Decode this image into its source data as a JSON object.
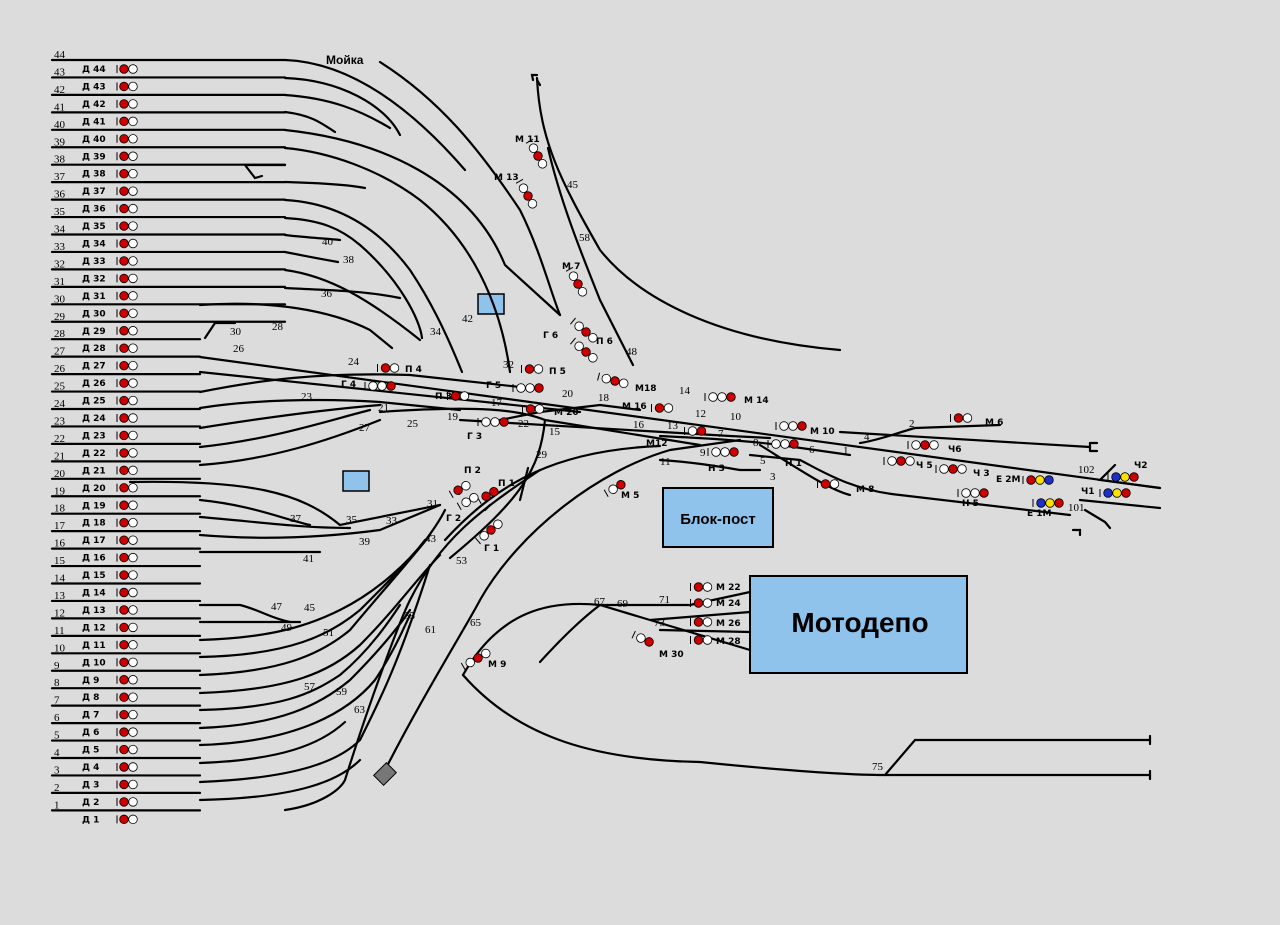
{
  "palette": {
    "background": "#dcdcdc",
    "track": "#000000",
    "building_fill": "#8fc3ec",
    "signal_red": "#cc0000",
    "signal_white": "#ffffff",
    "signal_yellow": "#ffe100",
    "signal_blue": "#1c2fc8",
    "depot_gate": "#777777"
  },
  "places": {
    "moika": "Мойка",
    "block_post": "Блок-пост",
    "motodepo": "Мотодепо"
  },
  "yard_track_numbers": [
    "44",
    "43",
    "42",
    "41",
    "40",
    "39",
    "38",
    "37",
    "36",
    "35",
    "34",
    "33",
    "32",
    "31",
    "30",
    "29",
    "28",
    "27",
    "26",
    "25",
    "24",
    "23",
    "22",
    "21",
    "20",
    "19",
    "18",
    "17",
    "16",
    "15",
    "14",
    "13",
    "12",
    "11",
    "10",
    "9",
    "8",
    "7",
    "6",
    "5",
    "4",
    "3",
    "2",
    "1"
  ],
  "yard_signals": [
    "Д 44",
    "Д 43",
    "Д 42",
    "Д 41",
    "Д 40",
    "Д 39",
    "Д 38",
    "Д 37",
    "Д 36",
    "Д 35",
    "Д 34",
    "Д 33",
    "Д 32",
    "Д 31",
    "Д 30",
    "Д 29",
    "Д 28",
    "Д 27",
    "Д 26",
    "Д 25",
    "Д 24",
    "Д 23",
    "Д 22",
    "Д 21",
    "Д 20",
    "Д 19",
    "Д 18",
    "Д 17",
    "Д 16",
    "Д 15",
    "Д 14",
    "Д 13",
    "Д 12",
    "Д 11",
    "Д 10",
    "Д 9",
    "Д 8",
    "Д 7",
    "Д 6",
    "Д 5",
    "Д 4",
    "Д 3",
    "Д 2",
    "Д 1"
  ],
  "switch_numbers": [
    "30",
    "28",
    "26",
    "24",
    "40",
    "38",
    "36",
    "42",
    "34",
    "32",
    "45",
    "58",
    "48",
    "23",
    "21",
    "27",
    "25",
    "19",
    "17",
    "22",
    "15",
    "18",
    "20",
    "16",
    "13",
    "14",
    "12",
    "10",
    "7",
    "8",
    "6",
    "1",
    "4",
    "2",
    "11",
    "9",
    "5",
    "3",
    "29",
    "31",
    "33",
    "35",
    "37",
    "39",
    "41",
    "43",
    "53",
    "47",
    "45",
    "49",
    "51",
    "55",
    "61",
    "57",
    "59",
    "63",
    "65",
    "67",
    "69",
    "71",
    "73",
    "75",
    "102",
    "101"
  ],
  "signals": {
    "m11": "М 11",
    "m13": "М 13",
    "m7": "М 7",
    "g6": "Г 6",
    "p6": "П 6",
    "p4": "П 4",
    "g4": "Г 4",
    "p5": "П 5",
    "g5": "Г 5",
    "m18": "М18",
    "p3": "П 3",
    "g3": "Г 3",
    "m20": "М 20",
    "m16": "М 16",
    "m14": "М 14",
    "m12": "М12",
    "m10": "М 10",
    "n3": "Н 3",
    "n1": "Н 1",
    "m6": "М 6",
    "ch6": "Ч6",
    "ch5": "Ч 5",
    "ch3": "Ч 3",
    "m8": "М 8",
    "e2m": "Е 2М",
    "e1m": "Е 1М",
    "n5": "Н 5",
    "ch2": "Ч2",
    "ch1": "Ч1",
    "m5": "М 5",
    "p2": "П 2",
    "p1": "П 1",
    "g2": "Г 2",
    "g1": "Г 1",
    "m9": "М 9",
    "m22": "М 22",
    "m24": "М 24",
    "m26": "М 26",
    "m28": "М 28",
    "m30": "М 30"
  }
}
